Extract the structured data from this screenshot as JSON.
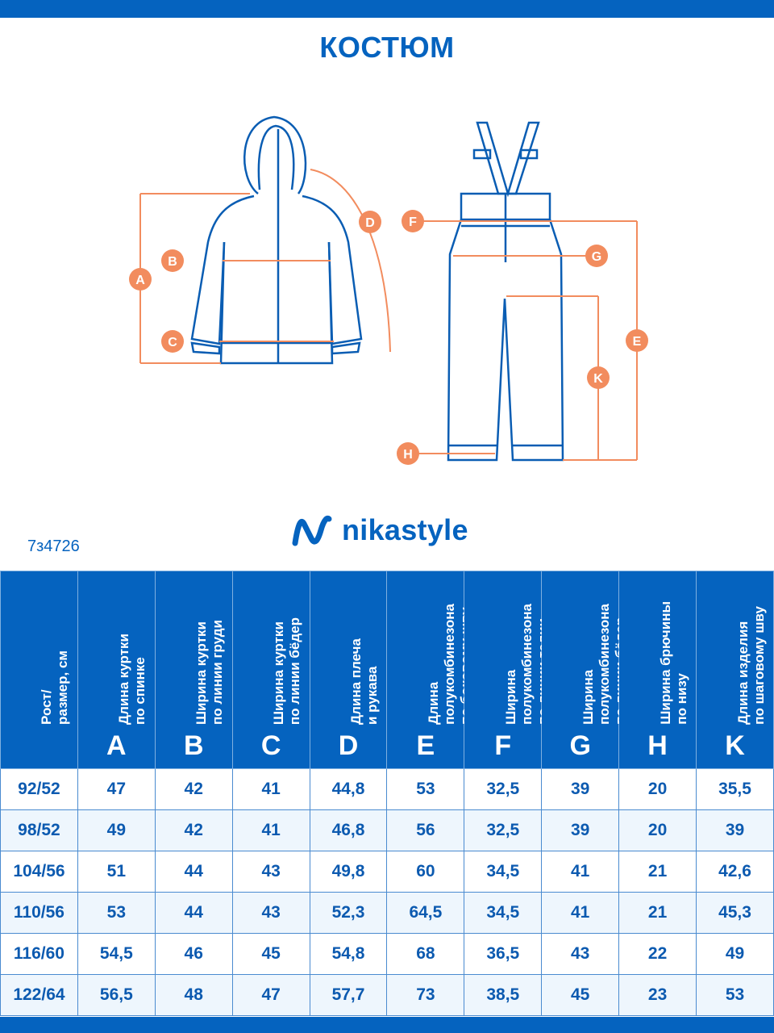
{
  "title": "КОСТЮМ",
  "brand": "nikastyle",
  "article": "7з4726",
  "diagram": {
    "labels": [
      "A",
      "B",
      "C",
      "D",
      "E",
      "F",
      "G",
      "H",
      "K"
    ],
    "accent_color": "#f28c5e",
    "line_color": "#0a5db3"
  },
  "table": {
    "columns": [
      {
        "text": "Рост/\nразмер, см",
        "letter": ""
      },
      {
        "text": "Длина куртки\nпо спинке",
        "letter": "A"
      },
      {
        "text": "Ширина куртки\nпо линии груди",
        "letter": "B"
      },
      {
        "text": "Ширина куртки\nпо линии бёдер",
        "letter": "C"
      },
      {
        "text": "Длина плеча\nи рукава",
        "letter": "D"
      },
      {
        "text": "Длина\nполукомбинезона\nпо боковому шву\nот талии",
        "letter": "E"
      },
      {
        "text": "Ширина\nполукомбинезона\nпо линии талии",
        "letter": "F"
      },
      {
        "text": "Ширина\nполукомбинезона\nпо линии бёдер",
        "letter": "G"
      },
      {
        "text": "Ширина брючины\nпо низу",
        "letter": "H"
      },
      {
        "text": "Длина изделия\nпо шаговому шву",
        "letter": "K"
      }
    ],
    "rows": [
      [
        "92/52",
        "47",
        "42",
        "41",
        "44,8",
        "53",
        "32,5",
        "39",
        "20",
        "35,5"
      ],
      [
        "98/52",
        "49",
        "42",
        "41",
        "46,8",
        "56",
        "32,5",
        "39",
        "20",
        "39"
      ],
      [
        "104/56",
        "51",
        "44",
        "43",
        "49,8",
        "60",
        "34,5",
        "41",
        "21",
        "42,6"
      ],
      [
        "110/56",
        "53",
        "44",
        "43",
        "52,3",
        "64,5",
        "34,5",
        "41",
        "21",
        "45,3"
      ],
      [
        "116/60",
        "54,5",
        "46",
        "45",
        "54,8",
        "68",
        "36,5",
        "43",
        "22",
        "49"
      ],
      [
        "122/64",
        "56,5",
        "48",
        "47",
        "57,7",
        "73",
        "38,5",
        "45",
        "23",
        "53"
      ]
    ]
  },
  "colors": {
    "brand": "#0563bf",
    "alt_row": "#eef6fd",
    "accent": "#f28c5e"
  }
}
